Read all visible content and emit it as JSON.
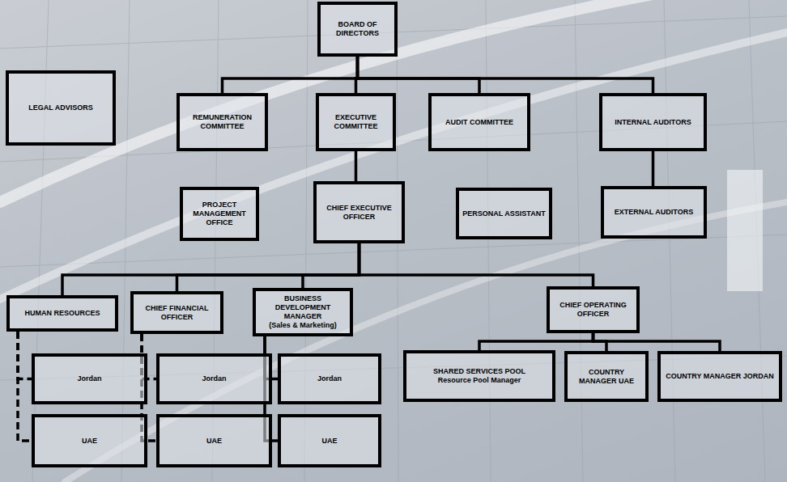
{
  "diagram": {
    "nodes": [
      {
        "text": [
          "BOARD OF DIRECTORS"
        ]
      },
      {
        "text": [
          "LEGAL ADVISORS"
        ]
      },
      {
        "text": [
          "REMUNERATION COMMITTEE"
        ]
      },
      {
        "text": [
          "EXECUTIVE COMMITTEE"
        ]
      },
      {
        "text": [
          "AUDIT COMMITTEE"
        ]
      },
      {
        "text": [
          "INTERNAL AUDITORS"
        ]
      },
      {
        "text": [
          "PROJECT MANAGEMENT OFFICE"
        ]
      },
      {
        "text": [
          "CHIEF EXECUTIVE OFFICER"
        ]
      },
      {
        "text": [
          "PERSONAL ASSISTANT"
        ]
      },
      {
        "text": [
          "EXTERNAL AUDITORS"
        ]
      },
      {
        "text": [
          "HUMAN RESOURCES"
        ]
      },
      {
        "text": [
          "CHIEF FINANCIAL OFFICER"
        ]
      },
      {
        "text": [
          "BUSINESS DEVELOPMENT MANAGER",
          "(Sales & Marketing)"
        ]
      },
      {
        "text": [
          "CHIEF OPERATING OFFICER"
        ]
      },
      {
        "text": [
          "Jordan"
        ]
      },
      {
        "text": [
          "Jordan"
        ]
      },
      {
        "text": [
          "Jordan"
        ]
      },
      {
        "text": [
          "SHARED SERVICES POOL",
          "Resource Pool Manager"
        ]
      },
      {
        "text": [
          "COUNTRY MANAGER UAE"
        ]
      },
      {
        "text": [
          "COUNTRY MANAGER JORDAN"
        ]
      },
      {
        "text": [
          "UAE"
        ]
      },
      {
        "text": [
          "UAE"
        ]
      },
      {
        "text": [
          "UAE"
        ]
      }
    ],
    "edges": [
      {
        "from": 0,
        "to": 2,
        "arrow": "none"
      },
      {
        "from": 0,
        "to": 3,
        "arrow": "none"
      },
      {
        "from": 0,
        "to": 4,
        "arrow": "none"
      },
      {
        "from": 0,
        "to": 5,
        "arrow": "none"
      },
      {
        "from": 3,
        "to": 7,
        "arrow": "none"
      },
      {
        "from": 5,
        "to": 9,
        "arrow": "none"
      },
      {
        "from": 7,
        "to": 10,
        "arrow": "none"
      },
      {
        "from": 7,
        "to": 11,
        "arrow": "none"
      },
      {
        "from": 7,
        "to": 12,
        "arrow": "none"
      },
      {
        "from": 7,
        "to": 13,
        "arrow": "none"
      },
      {
        "from": 10,
        "to": 14,
        "arrow": "none"
      },
      {
        "from": 10,
        "to": 20,
        "arrow": "none"
      },
      {
        "from": 11,
        "to": 15,
        "arrow": "none"
      },
      {
        "from": 11,
        "to": 21,
        "arrow": "none"
      },
      {
        "from": 12,
        "to": 16,
        "arrow": "none"
      },
      {
        "from": 12,
        "to": 22,
        "arrow": "none"
      },
      {
        "from": 13,
        "to": 17,
        "arrow": "none"
      },
      {
        "from": 13,
        "to": 18,
        "arrow": "none"
      },
      {
        "from": 13,
        "to": 19,
        "arrow": "none"
      }
    ]
  }
}
